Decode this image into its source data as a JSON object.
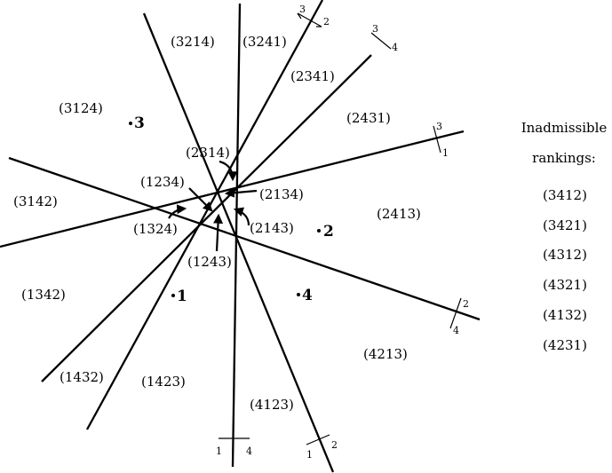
{
  "regions": [
    "(3214)",
    "(3241)",
    "(2341)",
    "(3124)",
    "(2431)",
    "(2314)",
    "(1234)",
    "(2134)",
    "(3142)",
    "(1324)",
    "(2143)",
    "(2413)",
    "(1243)",
    "(1342)",
    "(4213)",
    "(1432)",
    "(1423)",
    "(4123)"
  ],
  "points": [
    "3",
    "2",
    "1",
    "4"
  ],
  "ticks": [
    "3",
    "2",
    "3",
    "4",
    "3",
    "1",
    "2",
    "4",
    "1",
    "4",
    "1",
    "2"
  ],
  "sidebar": {
    "title_line1": "Inadmissible",
    "title_line2": "rankings:",
    "items": [
      "(3412)",
      "(3421)",
      "(4312)",
      "(4321)",
      "(4132)",
      "(4231)"
    ]
  }
}
